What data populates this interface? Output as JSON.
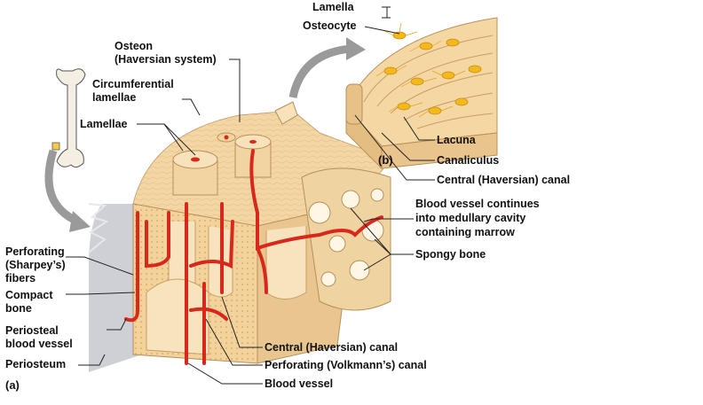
{
  "labels": {
    "lamella": "Lamella",
    "osteocyte": "Osteocyte",
    "osteon_line1": "Osteon",
    "osteon_line2": "(Haversian system)",
    "circumferential_line1": "Circumferential",
    "circumferential_line2": "lamellae",
    "lamellae": "Lamellae",
    "perforating_fibers_line1": "Perforating",
    "perforating_fibers_line2": "(Sharpey’s)",
    "perforating_fibers_line3": "fibers",
    "compact_bone_line1": "Compact",
    "compact_bone_line2": "bone",
    "periosteal_vessel_line1": "Periosteal",
    "periosteal_vessel_line2": "blood vessel",
    "periosteum": "Periosteum",
    "panel_a": "(a)",
    "panel_b": "(b)",
    "lacuna": "Lacuna",
    "canaliculus": "Canaliculus",
    "central_canal_b": "Central (Haversian) canal",
    "medullary_line1": "Blood vessel continues",
    "medullary_line2": "into medullary cavity",
    "medullary_line3": "containing marrow",
    "spongy_bone": "Spongy bone",
    "central_canal_a": "Central (Haversian) canal",
    "volkmann_canal": "Perforating (Volkmann’s) canal",
    "blood_vessel": "Blood vessel"
  },
  "colors": {
    "bone_light": "#f6dcae",
    "bone_mid": "#eccb92",
    "bone_dark": "#d9ae6e",
    "vessel": "#d8281c",
    "periosteum": "#c9c9cf",
    "osteocyte": "#f2b81c",
    "arrow": "#8a8a8a"
  }
}
